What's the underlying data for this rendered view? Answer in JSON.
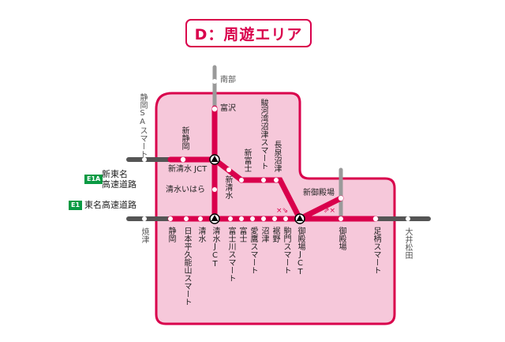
{
  "title": "D：周遊エリア",
  "colors": {
    "accent": "#d9004c",
    "area_fill": "#f6c8da",
    "outside_line": "#555555",
    "branch_gray": "#9a9a9a",
    "badge_green": "#0a9a43"
  },
  "legend": [
    {
      "badge": "E1A",
      "name_line1": "新東名",
      "name_line2": "高速道路"
    },
    {
      "badge": "E1",
      "name": "東名高速道路"
    }
  ],
  "outside_stations": {
    "nanbu": "南部",
    "shizuoka_sa_smart": "静岡SAスマート",
    "yaizu": "焼津",
    "oimatsuda": "大井松田"
  },
  "shin_tomei": {
    "shin_shizuoka": "新静岡",
    "shin_shimizu_jct": "新清水 JCT",
    "fujisawa": "富沢",
    "shimizu_ihara": "清水いはら",
    "shin_shimizu": "新清水",
    "shin_fuji": "新富士",
    "suruga_numazu_smart": "駿河湾沼津スマート",
    "nagaizumi_numazu": "長泉沼津",
    "shin_gotemba": "新御殿場"
  },
  "tomei": {
    "stations": [
      "静岡",
      "日本平久能山スマート",
      "清水",
      "清水JCT",
      "富士川スマート",
      "富士",
      "愛鷹スマート",
      "沼津",
      "裾野",
      "駒門スマート",
      "御殿場JCT",
      "御殿場",
      "足柄スマート"
    ]
  },
  "markers": {
    "restriction_left": "×⇘",
    "restriction_right": "⇗×"
  }
}
